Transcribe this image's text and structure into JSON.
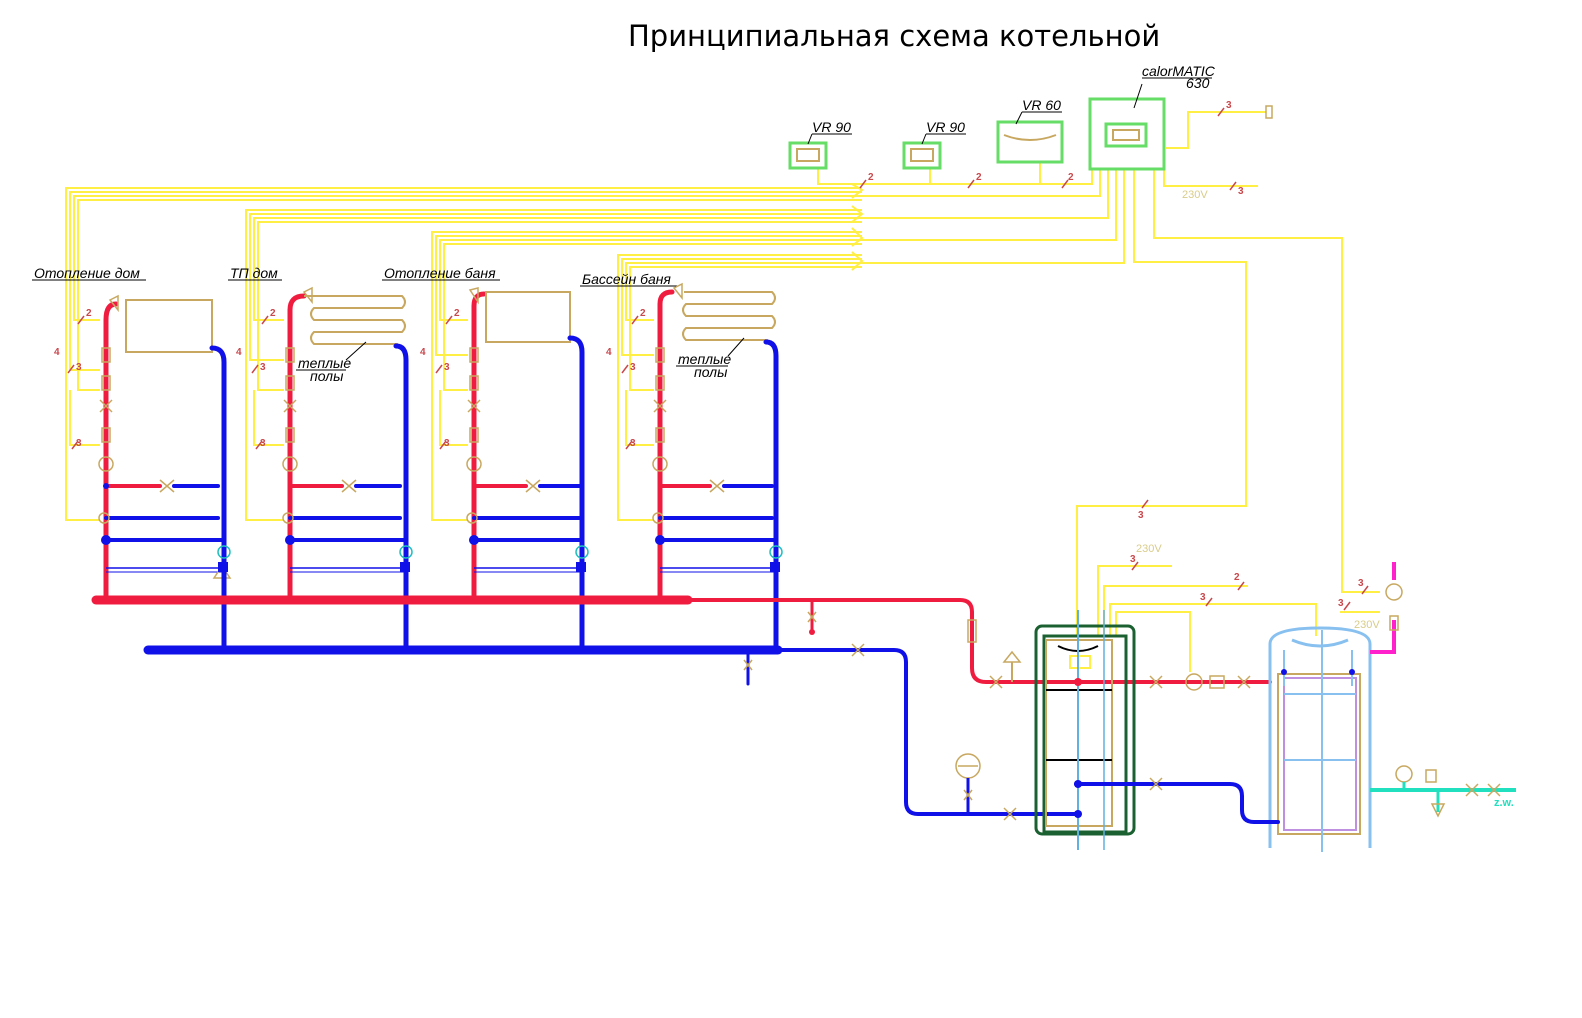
{
  "title": "Принципиальная схема котельной",
  "devices": {
    "controller_name": "calorMATIC",
    "controller_model": "630",
    "module_1": "VR 90",
    "module_2": "VR 90",
    "module_3": "VR 60"
  },
  "circuits": [
    {
      "label": "Отопление дом"
    },
    {
      "label": "ТП дом",
      "note_line1": "теплые",
      "note_line2": "полы"
    },
    {
      "label": "Отопление баня"
    },
    {
      "label": "Бассейн баня",
      "note_line1": "теплые",
      "note_line2": "полы"
    }
  ],
  "cable_counts": {
    "c2": "2",
    "c3": "3",
    "c4": "4"
  },
  "voltage": "230V",
  "water_outlet": "z.w.",
  "colors": {
    "control_wiring": "#ffee44",
    "supply_pipe": "#f01c40",
    "return_pipe": "#1010e8",
    "device_outline": "#66dd66",
    "fittings": "#c8a860",
    "boiler_outline": "#1a6030",
    "tank_outline": "#88c0f0",
    "cold_water": "#20e0c0",
    "dhw_pipe": "#ff22cc"
  }
}
